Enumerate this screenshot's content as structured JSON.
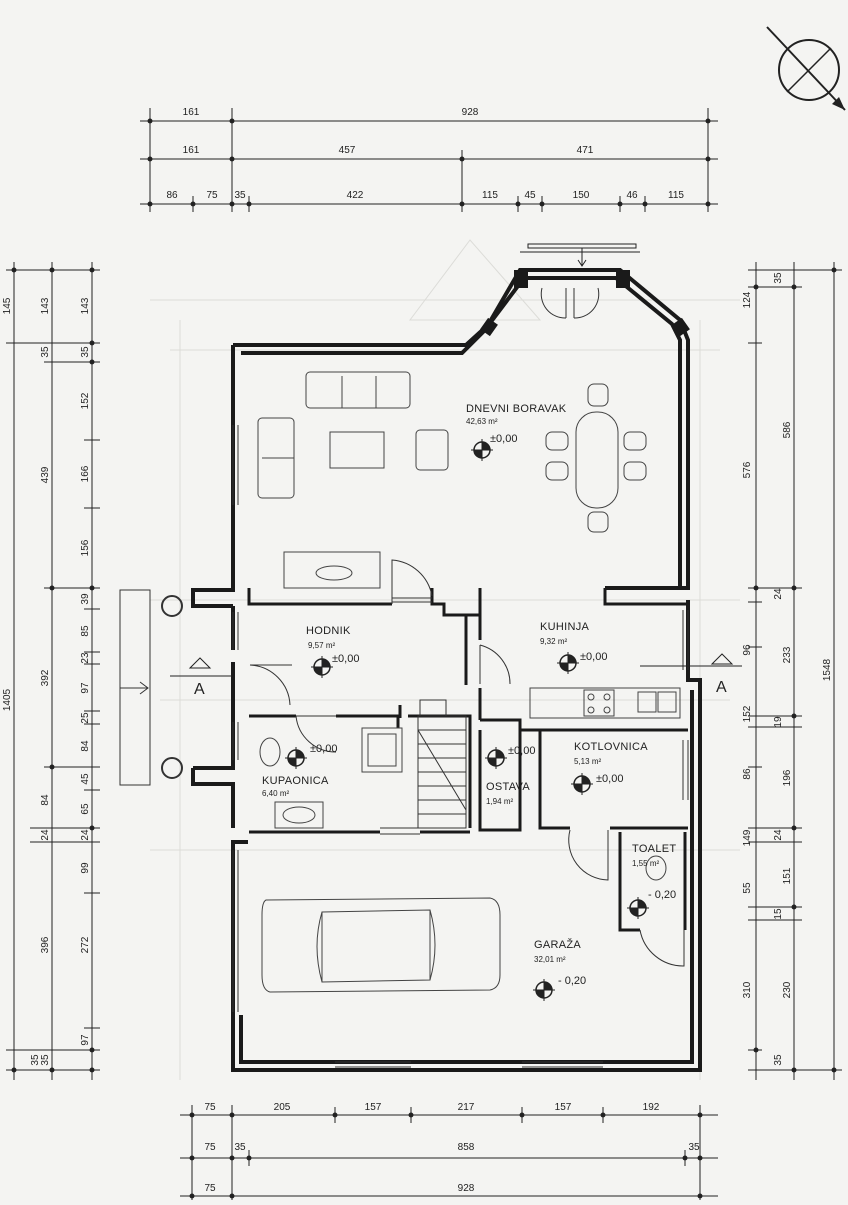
{
  "north_symbol": "north-arrow-icon",
  "dimensions": {
    "top_row1": [
      "161",
      "928"
    ],
    "top_row2": [
      "161",
      "457",
      "471"
    ],
    "top_row3": [
      "86",
      "75",
      "35",
      "422",
      "115",
      "45",
      "150",
      "46",
      "115"
    ],
    "bottom_row1": [
      "75",
      "205",
      "157",
      "217",
      "157",
      "192"
    ],
    "bottom_row2": [
      "75",
      "35",
      "858",
      "35"
    ],
    "bottom_row3": [
      "75",
      "928"
    ],
    "left_outer": [
      "145",
      "1405"
    ],
    "left_mid": [
      "439",
      "392",
      "396"
    ],
    "left_inner": [
      "143",
      "35",
      "152",
      "166",
      "156",
      "39",
      "85",
      "23",
      "97",
      "25",
      "84",
      "45",
      "65",
      "24",
      "99",
      "272",
      "97",
      "35"
    ],
    "left_extra": [
      "84"
    ],
    "right_inner": [
      "35",
      "124",
      "576",
      "24",
      "96",
      "152",
      "19",
      "86",
      "149",
      "24",
      "55",
      "15",
      "310",
      "35"
    ],
    "right_mid": [
      "586",
      "233",
      "196",
      "151",
      "230"
    ],
    "right_outer": [
      "1548"
    ]
  },
  "rooms": [
    {
      "name": "DNEVNI BORAVAK",
      "area": "42,63",
      "level": "±0,00"
    },
    {
      "name": "HODNIK",
      "area": "9,57",
      "level": "±0,00"
    },
    {
      "name": "KUHINJA",
      "area": "9,32",
      "level": "±0,00"
    },
    {
      "name": "KUPAONICA",
      "area": "6,40",
      "level": "±0,00"
    },
    {
      "name": "OSTAVA",
      "area": "1,94",
      "level": "±0,00"
    },
    {
      "name": "KOTLOVNICA",
      "area": "5,13",
      "level": "±0,00"
    },
    {
      "name": "TOALET",
      "area": "1,55",
      "level": "- 0,20"
    },
    {
      "name": "GARAŽA",
      "area": "32,01",
      "level": "- 0,20"
    }
  ],
  "area_unit": "m²",
  "section_marks": [
    "A",
    "A"
  ]
}
